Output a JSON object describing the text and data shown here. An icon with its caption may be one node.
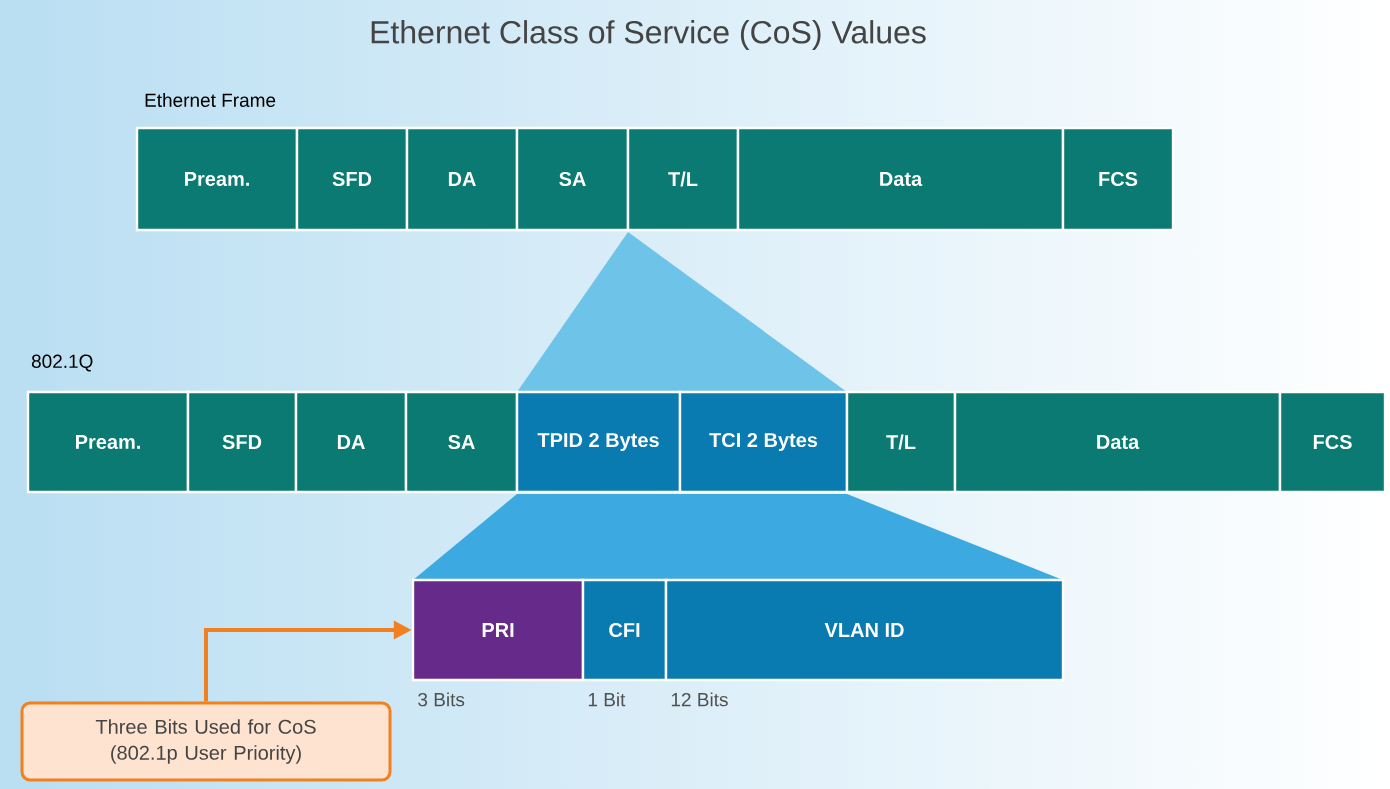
{
  "diagram": {
    "title": "Ethernet Class of Service (CoS) Values",
    "nodes": [
      {
        "text": [
          "Pream."
        ]
      },
      {
        "text": [
          "SFD"
        ]
      },
      {
        "text": [
          "DA"
        ]
      },
      {
        "text": [
          "SA"
        ]
      },
      {
        "text": [
          "T/L"
        ]
      },
      {
        "text": [
          "Data"
        ]
      },
      {
        "text": [
          "FCS"
        ]
      },
      {
        "text": [
          "Pream."
        ]
      },
      {
        "text": [
          "SFD"
        ]
      },
      {
        "text": [
          "DA"
        ]
      },
      {
        "text": [
          "SA"
        ]
      },
      {
        "text": [
          "TPID 2 Bytes"
        ]
      },
      {
        "text": [
          "TCI 2 Bytes"
        ]
      },
      {
        "text": [
          "T/L"
        ]
      },
      {
        "text": [
          "Data"
        ]
      },
      {
        "text": [
          "FCS"
        ]
      },
      {
        "text": [
          "PRI"
        ],
        "beside": [
          "3 Bits"
        ]
      },
      {
        "text": [
          "CFI"
        ],
        "beside": [
          "1 Bit"
        ]
      },
      {
        "text": [
          "VLAN ID"
        ],
        "beside": [
          "12 Bits"
        ]
      },
      {
        "text": [
          "Three Bits Used for CoS (802.1p User Priority)"
        ]
      }
    ],
    "edges": [
      {
        "from": 19,
        "to": 16,
        "arrow": "to",
        "color": "#f08020"
      }
    ],
    "labels": [
      "Ethernet Frame",
      "802.1Q"
    ]
  }
}
